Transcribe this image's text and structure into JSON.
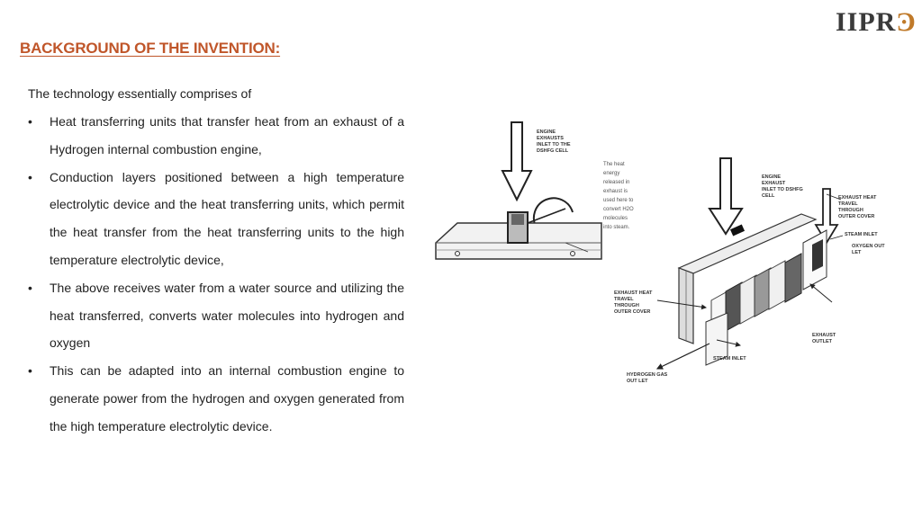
{
  "header": {
    "title": "BACKGROUND OF THE INVENTION:",
    "logo_text": "IIPR",
    "logo_accent_colour": "#c07a2a"
  },
  "content": {
    "intro": "The technology essentially comprises of",
    "bullet_symbol": "•",
    "bullets": [
      "Heat transferring units that transfer heat from an exhaust of a Hydrogen internal combustion engine,",
      "Conduction layers positioned between a high temperature electrolytic device and the heat transferring units, which permit the heat transfer from the heat transferring units to the high temperature electrolytic device,",
      "The above receives water from a water source and utilizing the heat transferred, converts water molecules into hydrogen and oxygen",
      "This can be adapted into an internal combustion engine to generate power from the hydrogen and oxygen generated from the high temperature electrolytic device."
    ]
  },
  "diagram": {
    "labels": {
      "engine_exhausts_1": "ENGINE",
      "engine_exhausts_2": "EXHAUSTS",
      "engine_exhausts_3": "INLET TO THE",
      "engine_exhausts_4": "DSHFG CELL",
      "heat_note_1": "The heat",
      "heat_note_2": "energy",
      "heat_note_3": "released in",
      "heat_note_4": "exhaust is",
      "heat_note_5": "used here to",
      "heat_note_6": "convert H2O",
      "heat_note_7": "molecules",
      "heat_note_8": "into steam.",
      "engine_exhaust_b1": "ENGINE",
      "engine_exhaust_b2": "EXHAUST",
      "engine_exhaust_b3": "INLET TO DSHFG",
      "engine_exhaust_b4": "CELL",
      "exhaust_heat_1": "EXHAUST HEAT",
      "exhaust_heat_2": "TRAVEL",
      "exhaust_heat_3": "THROUGH",
      "exhaust_heat_4": "OUTER COVER",
      "steam_inlet_top": "STEAM INLET",
      "oxygen_outlet_1": "OXYGEN OUT",
      "oxygen_outlet_2": "LET",
      "exhaust_heat_left_1": "EXHAUST HEAT",
      "exhaust_heat_left_2": "TRAVEL",
      "exhaust_heat_left_3": "THROUGH",
      "exhaust_heat_left_4": "OUTER COVER",
      "exhaust_outlet_1": "EXHAUST",
      "exhaust_outlet_2": "OUTLET",
      "steam_inlet_bottom": "STEAM INLET",
      "hydrogen_outlet_1": "HYDROGEN GAS",
      "hydrogen_outlet_2": "OUT LET"
    }
  }
}
